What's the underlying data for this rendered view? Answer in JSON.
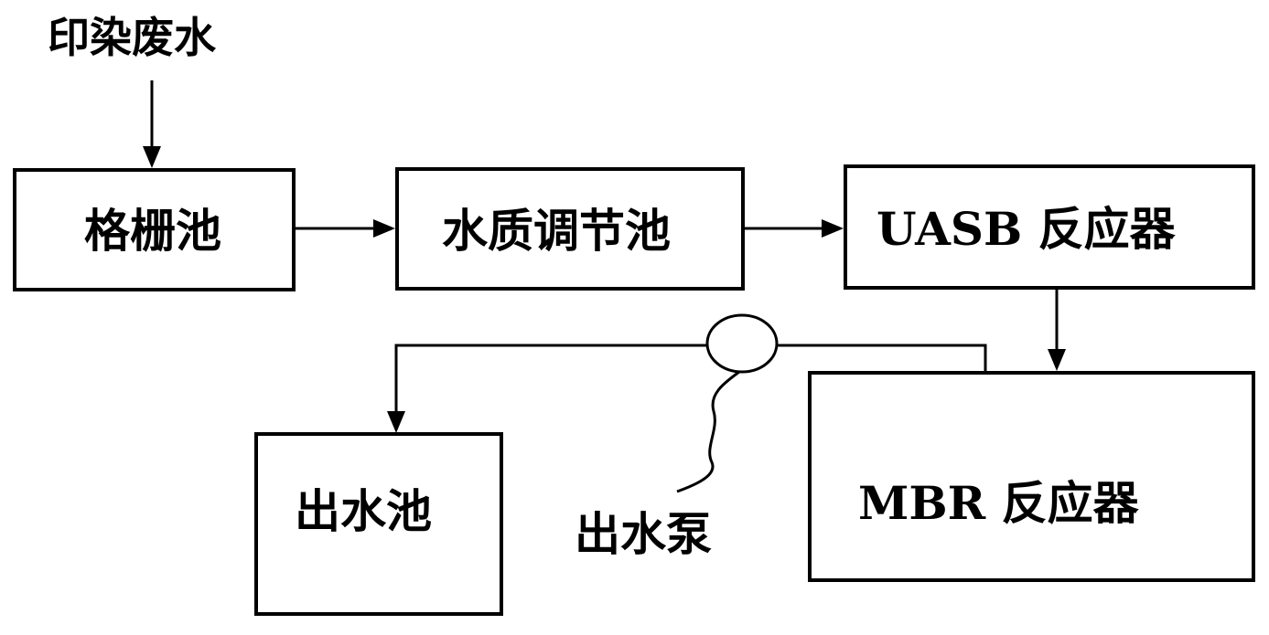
{
  "source_label": "印染废水",
  "nodes": {
    "screen": "格栅池",
    "equalization": "水质调节池",
    "uasb": "UASB 反应器",
    "mbr": "MBR 反应器",
    "outlet_tank": "出水池"
  },
  "pump_label": "出水泵"
}
